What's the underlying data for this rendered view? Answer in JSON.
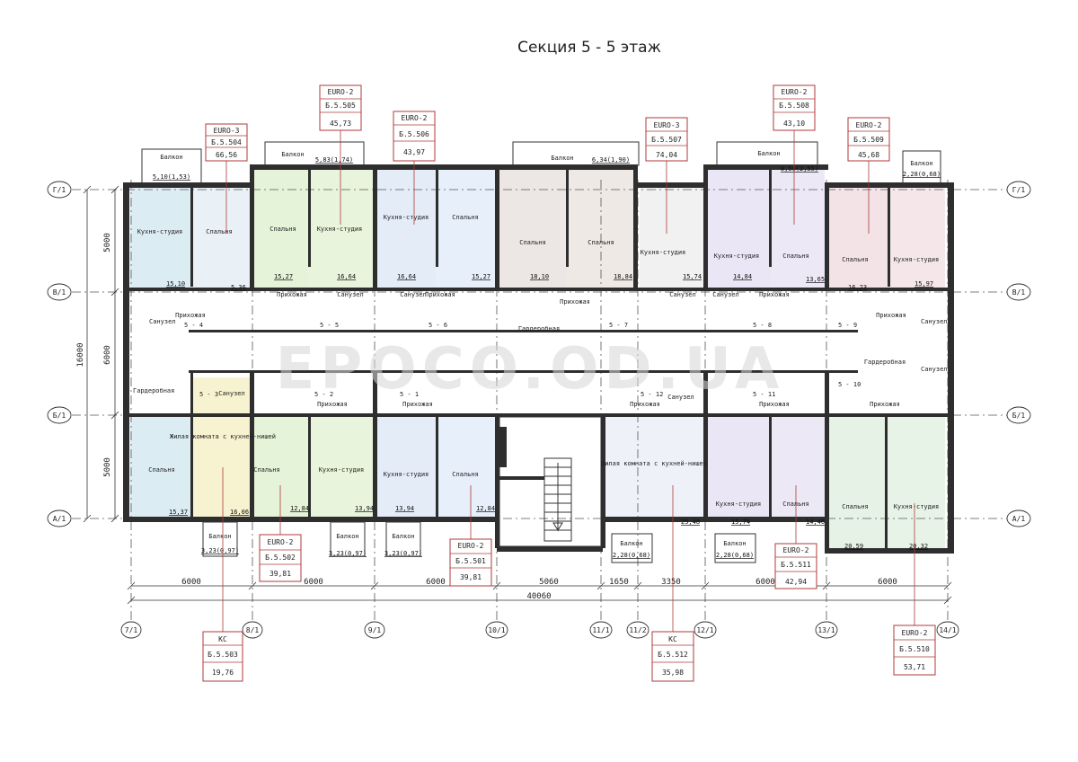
{
  "title": "Секция 5 - 5 этаж",
  "watermark": "EPOCO.OD.UA",
  "axes_top": [
    "Г/1",
    "В/1",
    "Б/1",
    "А/1"
  ],
  "axes_bottom": [
    "7/1",
    "8/1",
    "9/1",
    "10/1",
    "11/1",
    "11/2",
    "12/1",
    "13/1",
    "14/1"
  ],
  "dims_bottom": [
    "6000",
    "6000",
    "6000",
    "5060",
    "1650",
    "3350",
    "6000",
    "6000"
  ],
  "dim_total": "40060",
  "dims_left": [
    "5000",
    "6000",
    "5000"
  ],
  "dim_left_total": "16000",
  "apartments": [
    {
      "type": "EURO-3",
      "code": "Б.5.504",
      "area": "66,56"
    },
    {
      "type": "EURO-2",
      "code": "Б.5.505",
      "area": "45,73"
    },
    {
      "type": "EURO-2",
      "code": "Б.5.506",
      "area": "43,97"
    },
    {
      "type": "EURO-3",
      "code": "Б.5.507",
      "area": "74,04"
    },
    {
      "type": "EURO-2",
      "code": "Б.5.508",
      "area": "43,10"
    },
    {
      "type": "EURO-2",
      "code": "Б.5.509",
      "area": "45,68"
    },
    {
      "type": "EURO-2",
      "code": "Б.5.502",
      "area": "39,81"
    },
    {
      "type": "EURO-2",
      "code": "Б.5.501",
      "area": "39,81"
    },
    {
      "type": "EURO-2",
      "code": "Б.5.511",
      "area": "42,94"
    },
    {
      "type": "КС",
      "code": "Б.5.503",
      "area": "19,76"
    },
    {
      "type": "КС",
      "code": "Б.5.512",
      "area": "35,98"
    },
    {
      "type": "EURO-2",
      "code": "Б.5.510",
      "area": "53,71"
    }
  ],
  "rooms": {
    "kitchen_studio": "Кухня-студия",
    "bedroom": "Спальня",
    "hall": "Прихожая",
    "bath": "Санузел",
    "wardrobe": "Гардеробная",
    "balcony": "Балкон",
    "living_kitchen": "Жилая комната с кухней-нишей"
  },
  "top_areas": [
    "15,10",
    "5,36",
    "15,27",
    "16,64",
    "16,64",
    "15,27",
    "18,10",
    "18,84",
    "15,74",
    "14,84",
    "13,65",
    "16,23",
    "15,97"
  ],
  "bottom_areas": [
    "15,37",
    "16,06",
    "12,84",
    "13,94",
    "13,94",
    "12,84",
    "25,48",
    "15,74",
    "14,46",
    "20,59",
    "20,32"
  ],
  "corridor_codes": [
    "5 - 4",
    "5 - 5",
    "5 - 6",
    "5 - 7",
    "5 - 8",
    "5 - 9",
    "5 - 3",
    "5 - 2",
    "5 - 1",
    "5 - 12",
    "5 - 11",
    "5 - 10"
  ],
  "balcony_areas_top": [
    "5,10(1,53)",
    "5,83(1,74)",
    "6,34(1,90)",
    "8,50(2,55)",
    "2,28(0,68)"
  ],
  "balcony_areas_bottom": [
    "3,23(0,97)",
    "3,23(0,97)",
    "3,23(0,97)",
    "2,28(0,68)",
    "2,28(0,68)"
  ]
}
